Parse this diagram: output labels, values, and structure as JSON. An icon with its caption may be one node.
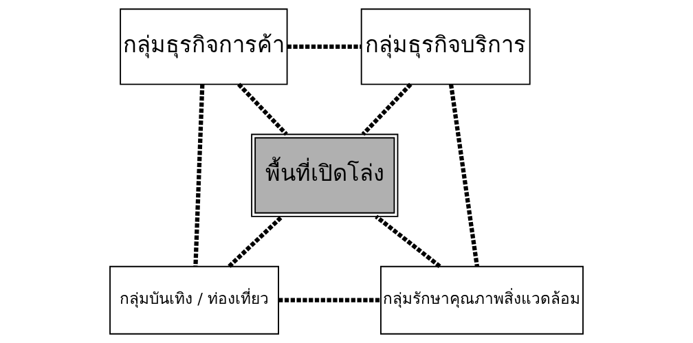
{
  "diagram": {
    "nodes": [
      {
        "text": [
          "กลุ่มธุรกิจการค้า"
        ]
      },
      {
        "text": [
          "กลุ่มธุรกิจบริการ"
        ]
      },
      {
        "text": [
          "พื้นที่เปิดโล่ง"
        ]
      },
      {
        "text": [
          "กลุ่มบันเทิง / ท่องเที่ยว"
        ]
      },
      {
        "text": [
          "กลุ่มรักษาคุณภาพสิ่งแวดล้อม"
        ]
      }
    ],
    "edges": [
      {
        "from": 0,
        "to": 1,
        "arrow": "none",
        "style": "dashed"
      },
      {
        "from": 0,
        "to": 2,
        "arrow": "none",
        "style": "dashed"
      },
      {
        "from": 1,
        "to": 2,
        "arrow": "none",
        "style": "dashed"
      },
      {
        "from": 0,
        "to": 3,
        "arrow": "none",
        "style": "dashed"
      },
      {
        "from": 1,
        "to": 4,
        "arrow": "none",
        "style": "dashed"
      },
      {
        "from": 3,
        "to": 2,
        "arrow": "none",
        "style": "dashed"
      },
      {
        "from": 4,
        "to": 2,
        "arrow": "none",
        "style": "dashed"
      },
      {
        "from": 3,
        "to": 4,
        "arrow": "none",
        "style": "dashed"
      }
    ]
  }
}
